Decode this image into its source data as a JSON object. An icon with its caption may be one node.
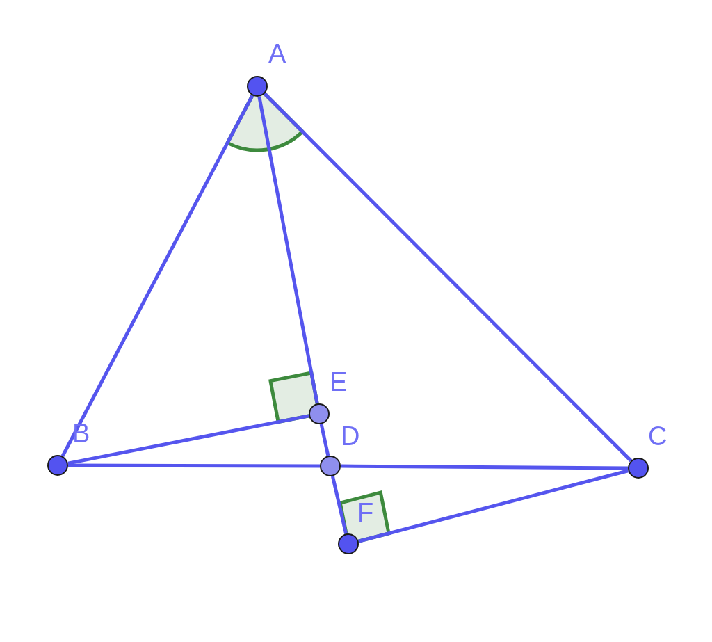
{
  "diagram": {
    "nodes": [
      {
        "text": [],
        "shape": "circle",
        "beside": [
          "A"
        ]
      },
      {
        "text": [],
        "shape": "circle",
        "beside": [
          "B"
        ]
      },
      {
        "text": [],
        "shape": "circle",
        "beside": [
          "C"
        ]
      },
      {
        "text": [],
        "shape": "circle",
        "beside": [
          "D"
        ]
      },
      {
        "text": [],
        "shape": "circle",
        "beside": [
          "E"
        ]
      },
      {
        "text": [],
        "shape": "circle",
        "beside": [
          "F"
        ]
      }
    ],
    "edges": [
      {
        "from": 0,
        "to": 1,
        "arrow": "none"
      },
      {
        "from": 0,
        "to": 2,
        "arrow": "none"
      },
      {
        "from": 1,
        "to": 3,
        "arrow": "none"
      },
      {
        "from": 3,
        "to": 2,
        "arrow": "none"
      },
      {
        "from": 0,
        "to": 4,
        "arrow": "none"
      },
      {
        "from": 4,
        "to": 3,
        "arrow": "none"
      },
      {
        "from": 3,
        "to": 5,
        "arrow": "none"
      },
      {
        "from": 1,
        "to": 4,
        "arrow": "none"
      },
      {
        "from": 2,
        "to": 5,
        "arrow": "none"
      }
    ]
  }
}
